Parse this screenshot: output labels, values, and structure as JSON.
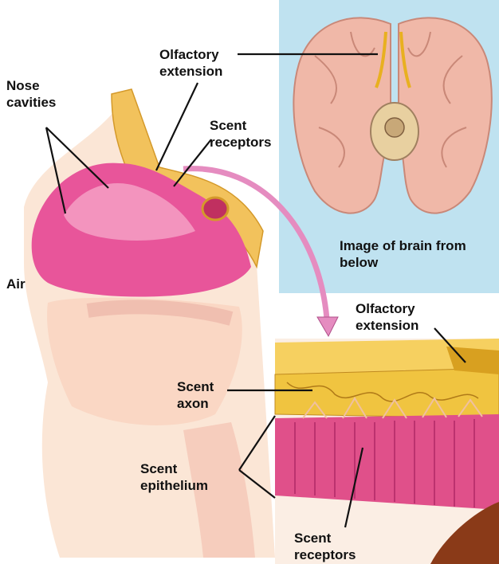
{
  "labels": {
    "nose_cavities": [
      "Nose",
      "cavities"
    ],
    "olfactory_extension_top": [
      "Olfactory",
      "extension"
    ],
    "scent_receptors_top": [
      "Scent",
      "receptors"
    ],
    "air": "Air",
    "brain_caption": [
      "Image of brain from",
      "below"
    ],
    "olfactory_extension_right": [
      "Olfactory",
      "extension"
    ],
    "scent_axon": [
      "Scent",
      "axon"
    ],
    "scent_epithelium": [
      "Scent",
      "epithelium"
    ],
    "scent_receptors_bottom": [
      "Scent",
      "receptors"
    ]
  },
  "colors": {
    "nasal_cavity": "#e8559a",
    "nasal_cavity_light": "#f4a0c4",
    "bone": "#f2c25c",
    "skin": "#fbe6d6",
    "brain_panel": "#bfe2f0",
    "brain": "#f0b8a8",
    "nerve": "#e8b020",
    "epithelium": "#e0508a",
    "axon_band": "#f0c440",
    "leader_line": "#111111",
    "arrow": "#e58cc0"
  }
}
